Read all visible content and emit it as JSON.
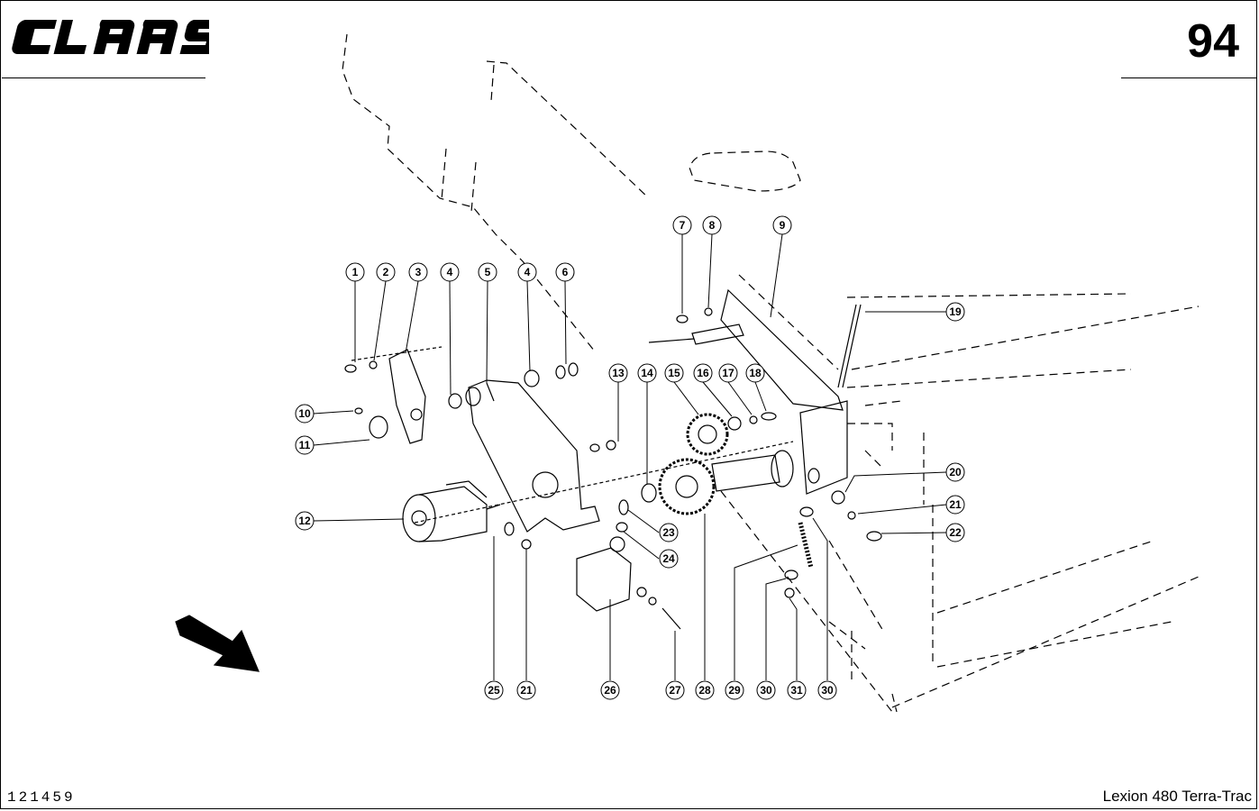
{
  "header": {
    "brand": "CLAAS",
    "page_number": "94"
  },
  "footer": {
    "drawing_id": "121459",
    "model": "Lexion 480 Terra-Trac"
  },
  "callouts": [
    "1",
    "2",
    "3",
    "4",
    "5",
    "4",
    "6",
    "7",
    "8",
    "9",
    "10",
    "11",
    "12",
    "13",
    "14",
    "15",
    "16",
    "17",
    "18",
    "19",
    "20",
    "21",
    "22",
    "23",
    "24",
    "25",
    "21",
    "26",
    "27",
    "28",
    "29",
    "30",
    "31",
    "30"
  ]
}
